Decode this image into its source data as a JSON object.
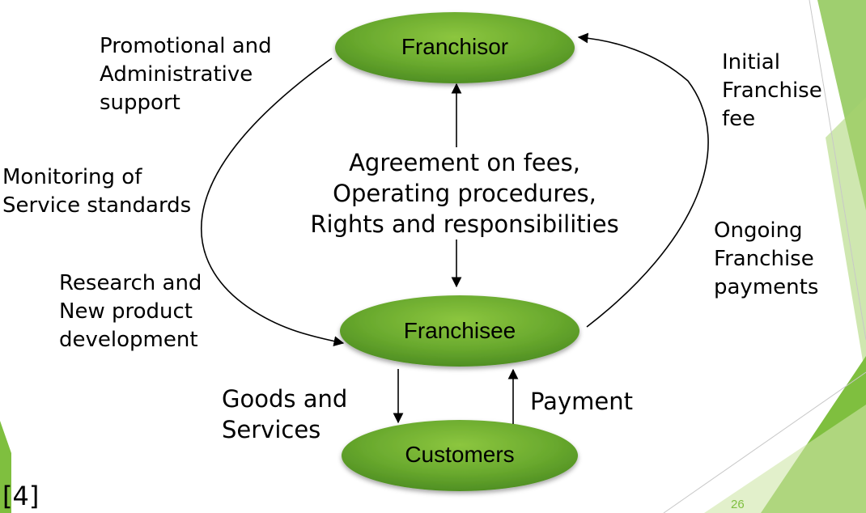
{
  "nodes": {
    "franchisor": "Franchisor",
    "franchisee": "Franchisee",
    "customers": "Customers"
  },
  "labels": {
    "promotional_support": [
      "Promotional and",
      "Administrative",
      "support"
    ],
    "monitoring": [
      "Monitoring of",
      "Service standards"
    ],
    "research": [
      "Research and",
      "New product",
      "development"
    ],
    "initial_fee": [
      "Initial",
      "Franchise",
      "fee"
    ],
    "ongoing_payments": [
      "Ongoing",
      "Franchise",
      "payments"
    ],
    "agreement": [
      "Agreement on fees,",
      "Operating procedures,",
      "Rights and responsibilities"
    ],
    "goods_services": [
      "Goods and",
      "Services"
    ],
    "payment": "Payment"
  },
  "footer": {
    "source_ref": "[4]",
    "page_number": "26"
  },
  "colors": {
    "node_fill_light": "#8cc63f",
    "node_fill_dark": "#4f8f23",
    "accent_green": "#7fbf3f",
    "accent_green_light": "#cfe6a8",
    "accent_green_dark": "#3f7f1f",
    "text": "#000000"
  }
}
